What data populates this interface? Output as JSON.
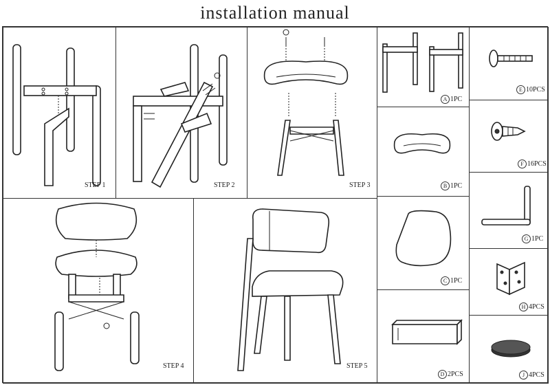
{
  "title": "installation manual",
  "steps": [
    {
      "label": "STEP 1"
    },
    {
      "label": "STEP 2"
    },
    {
      "label": "STEP 3"
    },
    {
      "label": "STEP 4"
    },
    {
      "label": "STEP 5"
    }
  ],
  "parts": [
    {
      "letter": "A",
      "qty": "1PC"
    },
    {
      "letter": "B",
      "qty": "1PC"
    },
    {
      "letter": "C",
      "qty": "1PC"
    },
    {
      "letter": "D",
      "qty": "2PCS"
    },
    {
      "letter": "E",
      "qty": "10PCS"
    },
    {
      "letter": "F",
      "qty": "16PCS"
    },
    {
      "letter": "G",
      "qty": "1PC"
    },
    {
      "letter": "H",
      "qty": "4PCS"
    },
    {
      "letter": "J",
      "qty": "4PCS"
    }
  ]
}
